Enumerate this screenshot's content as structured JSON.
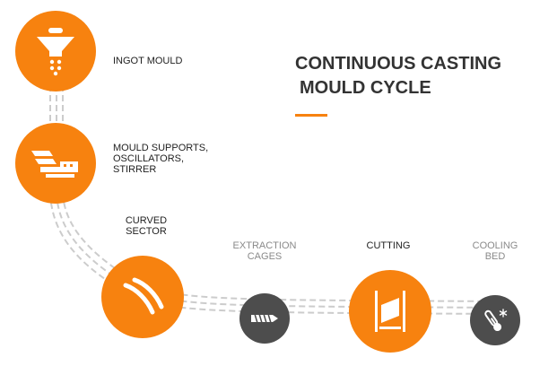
{
  "title": {
    "line1": "CONTINUOUS CASTING",
    "line2": "MOULD CYCLE"
  },
  "colors": {
    "accent": "#f7820f",
    "dark_node": "#4d4d4d",
    "path": "#cccccc",
    "label_dark": "#1f1f1f",
    "label_light": "#8a8a8a"
  },
  "steps": [
    {
      "line1": "INGOT MOULD",
      "line2": "",
      "line3": "",
      "icon": "funnel-icon",
      "style": "orange"
    },
    {
      "line1": "MOULD SUPPORTS,",
      "line2": "OSCILLATORS,",
      "line3": "STIRRER",
      "icon": "mould-supports-icon",
      "style": "orange"
    },
    {
      "line1": "CURVED",
      "line2": "SECTOR",
      "line3": "",
      "icon": "curved-sector-icon",
      "style": "orange"
    },
    {
      "line1": "EXTRACTION",
      "line2": "CAGES",
      "line3": "",
      "icon": "extraction-roller-icon",
      "style": "gray"
    },
    {
      "line1": "CUTTING",
      "line2": "",
      "line3": "",
      "icon": "cutting-icon",
      "style": "orange"
    },
    {
      "line1": "COOLING",
      "line2": "BED",
      "line3": "",
      "icon": "thermometer-icon",
      "style": "gray"
    }
  ]
}
